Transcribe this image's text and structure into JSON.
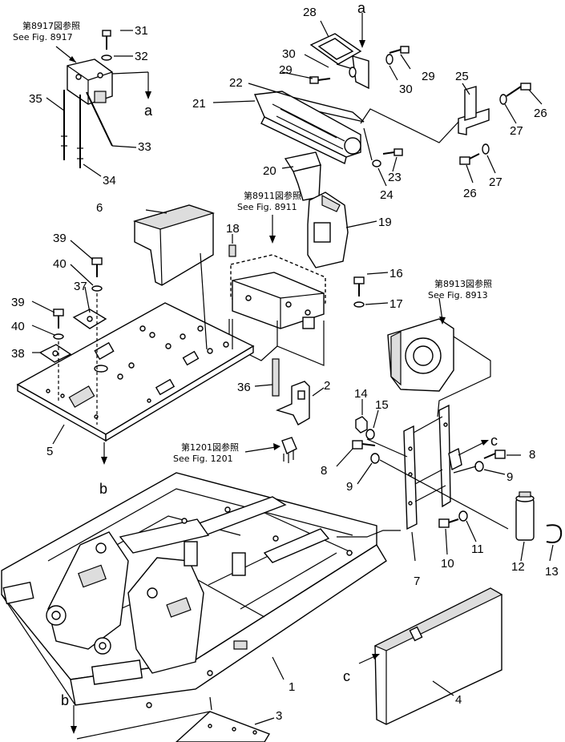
{
  "letters": {
    "a_top": "a",
    "a_left": "a",
    "b_mid": "b",
    "b_bottom": "b",
    "c_right": "c",
    "c_bottom": "c"
  },
  "references": {
    "fig8917_jp": "第8917図参照",
    "fig8917_en": "See Fig. 8917",
    "fig8911_jp": "第8911図参照",
    "fig8911_en": "See Fig. 8911",
    "fig8913_jp": "第8913図参照",
    "fig8913_en": "See Fig. 8913",
    "fig1201_jp": "第1201図参照",
    "fig1201_en": "See Fig. 1201"
  },
  "callouts": {
    "n1": "1",
    "n2": "2",
    "n3": "3",
    "n4": "4",
    "n5": "5",
    "n6": "6",
    "n7": "7",
    "n8a": "8",
    "n8b": "8",
    "n9a": "9",
    "n9b": "9",
    "n10": "10",
    "n11": "11",
    "n12": "12",
    "n13": "13",
    "n14": "14",
    "n15": "15",
    "n16": "16",
    "n17": "17",
    "n18": "18",
    "n19": "19",
    "n20": "20",
    "n21": "21",
    "n22": "22",
    "n23": "23",
    "n24": "24",
    "n25": "25",
    "n26a": "26",
    "n26b": "26",
    "n27a": "27",
    "n27b": "27",
    "n28": "28",
    "n29a": "29",
    "n29b": "29",
    "n30a": "30",
    "n30b": "30",
    "n31": "31",
    "n32": "32",
    "n33": "33",
    "n34": "34",
    "n35": "35",
    "n36": "36",
    "n37": "37",
    "n38": "38",
    "n39a": "39",
    "n39b": "39",
    "n40a": "40",
    "n40b": "40"
  }
}
